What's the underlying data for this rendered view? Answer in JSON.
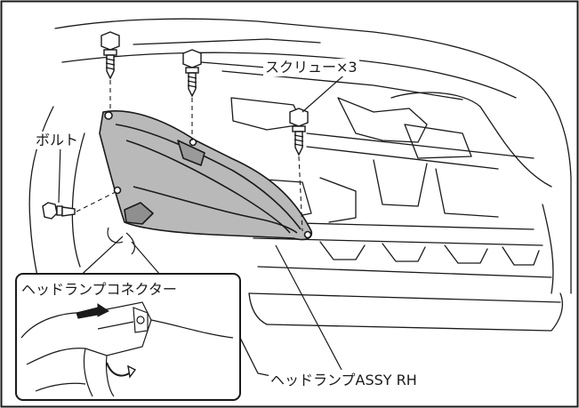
{
  "labels": {
    "screws": "スクリュー×3",
    "bolt": "ボルト",
    "connector": "ヘッドランプコネクター",
    "headlamp": "ヘッドランプASSY RH"
  },
  "colors": {
    "line": "#1a1a1a",
    "headlamp_fill": "#b9b9b9",
    "background": "#ffffff"
  }
}
